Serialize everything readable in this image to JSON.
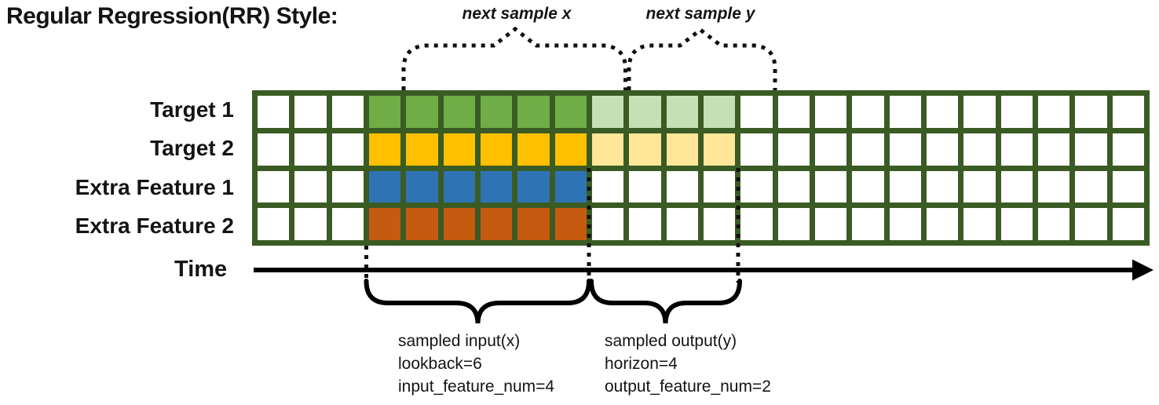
{
  "title": "Regular Regression(RR) Style:",
  "colors": {
    "grid_border": "#3B5B24",
    "cell_empty": "#FFFFFF",
    "annotation_ink": "#111111",
    "row_main": [
      "#70AD47",
      "#FFC000",
      "#2E74B5",
      "#C55A11"
    ],
    "row_light": [
      "#C5E0B4",
      "#FFE699",
      "#FFFFFF",
      "#FFFFFF"
    ]
  },
  "grid": {
    "num_columns": 24,
    "input_start_col": 3,
    "lookback": 6,
    "horizon": 4,
    "rows": [
      "Target 1",
      "Target 2",
      "Extra Feature 1",
      "Extra Feature 2"
    ]
  },
  "annotations": {
    "next_sample_x": "next sample x",
    "next_sample_y": "next sample y",
    "time_label": "Time",
    "sampled_input_lines": [
      "sampled input(x)",
      "lookback=6",
      "input_feature_num=4"
    ],
    "sampled_output_lines": [
      "sampled output(y)",
      "horizon=4",
      "output_feature_num=2"
    ]
  }
}
